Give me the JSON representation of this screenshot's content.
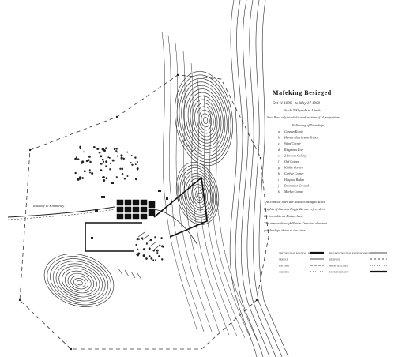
{
  "map": {
    "title": "Mafeking Besieged",
    "dates": "Oct 11 1899 - to May 17 1900",
    "scale": "Scale 500 yards to 1 inch",
    "note": "Note: Bases only intended to mark positions of 24 gun positions",
    "forts_heading": "Following of Townships",
    "forts": [
      "Cannon Kopje",
      "Heroes Marcheston Trench",
      "Ward Corner",
      "Ringmans Fort",
      "2 Powers Colony",
      "Ord Corner",
      "Kirkby Corner",
      "Carlyle Corner",
      "Hospital Redan",
      "Recreation Ground",
      "Market Corner"
    ],
    "fort_letters": [
      "a",
      "b",
      "c",
      "d",
      "e",
      "f",
      "g",
      "h",
      "i",
      "j",
      "k"
    ],
    "contour_note": [
      "The contour lines are not according to scale",
      "heights of Cannon Kopje &c are referred to",
      "the township as Datum level",
      "The arrows through Native Trenches denote a",
      "gentle slope down to the river"
    ],
    "railway_label": "Railway to Kimberley",
    "legend": {
      "left": [
        "THE ORIGINAL BOUNDS LINES",
        "TRENCH",
        "BATTERY",
        "SHELTER"
      ],
      "right": [
        "HEIGHTS ORIGINAL ENTRENCHMENT",
        "OUTPOST",
        "BOER OUTLINES",
        "ENTRENCHMENT"
      ]
    },
    "colors": {
      "ink": "#1a1a1a",
      "paper": "#ffffff"
    }
  }
}
